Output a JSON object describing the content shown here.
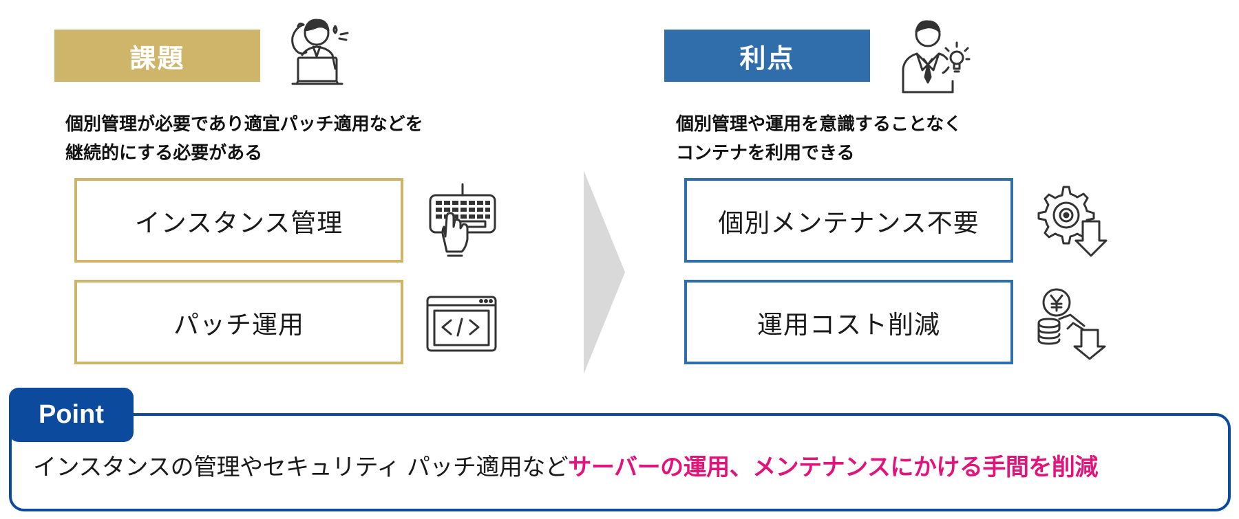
{
  "left": {
    "header": "課題",
    "description_lines": [
      "個別管理が必要であり適宜パッチ適用などを",
      "継続的にする必要がある"
    ],
    "items": [
      {
        "label": "インスタンス管理",
        "icon": "keyboard-hand-icon"
      },
      {
        "label": "パッチ運用",
        "icon": "code-window-icon"
      }
    ],
    "person_icon": "worried-person-laptop-icon",
    "accent_color": "#cfb56a"
  },
  "right": {
    "header": "利点",
    "description_lines": [
      "個別管理や運用を意識することなく",
      "コンテナを利用できる"
    ],
    "items": [
      {
        "label": "個別メンテナンス不要",
        "icon": "gear-down-arrow-icon"
      },
      {
        "label": "運用コスト削減",
        "icon": "yen-coins-down-arrow-icon"
      }
    ],
    "person_icon": "businessman-lightbulb-icon",
    "accent_color": "#2f6eab"
  },
  "point": {
    "label": "Point",
    "text_normal": "インスタンスの管理やセキュリティ パッチ適用など",
    "text_highlight": "サーバーの運用、メンテナンスにかける手間を削減",
    "frame_color": "#0b4a9c",
    "highlight_color": "#e0147a"
  }
}
